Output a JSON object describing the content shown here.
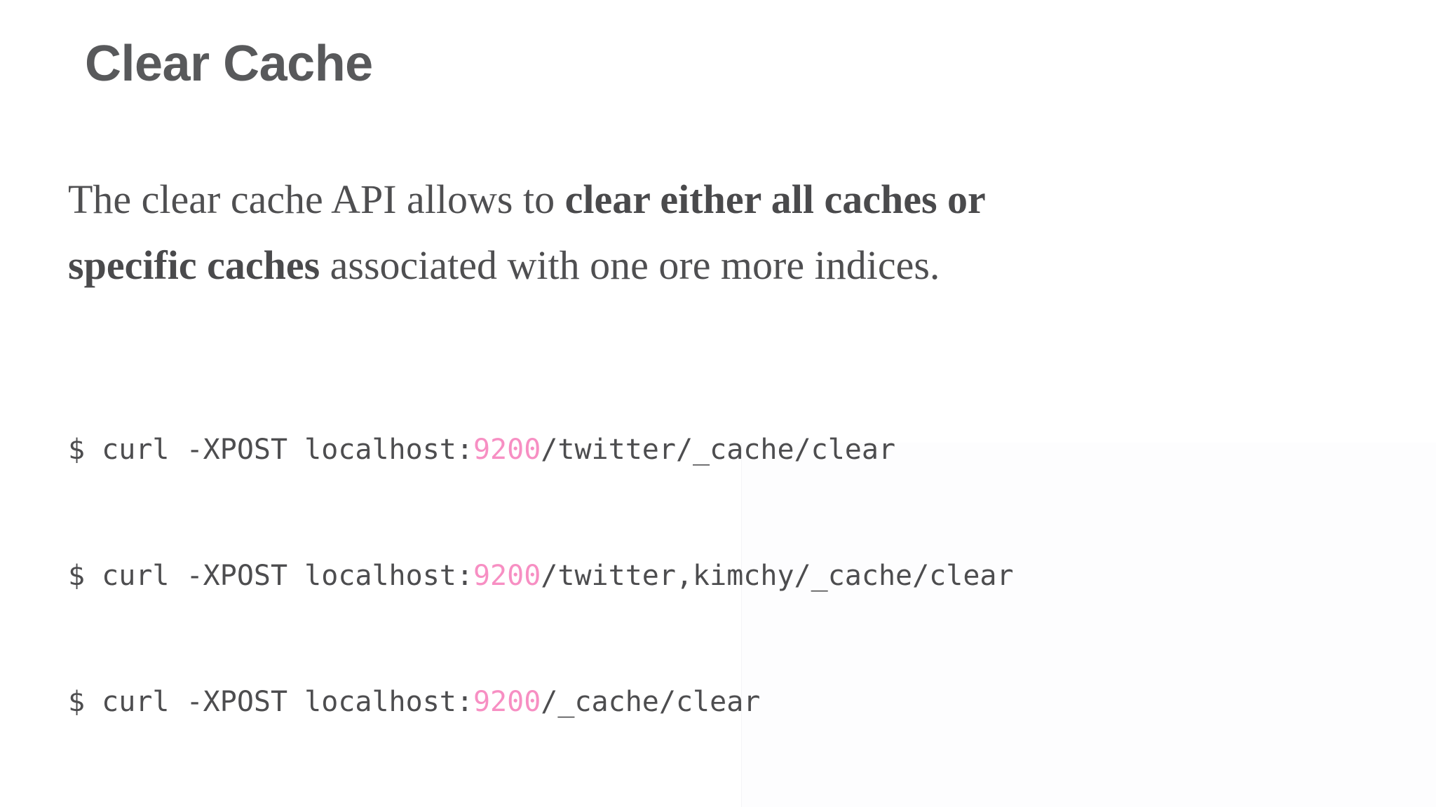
{
  "page": {
    "heading": "Clear Cache",
    "paragraph": {
      "lead": "The clear cache API allows to ",
      "bold": "clear either all caches or specific caches",
      "tail": " associated with one ore more indices."
    },
    "code": {
      "lines": [
        {
          "prefix": "$ curl -XPOST localhost:",
          "port": "9200",
          "path": "/twitter/_cache/clear"
        },
        {
          "prefix": "$ curl -XPOST localhost:",
          "port": "9200",
          "path": "/twitter,kimchy/_cache/clear"
        },
        {
          "prefix": "$ curl -XPOST localhost:",
          "port": "9200",
          "path": "/_cache/clear"
        }
      ]
    },
    "colors": {
      "heading": "#58595b",
      "body_text": "#4f4f51",
      "code_text": "#4d4d4f",
      "port_highlight": "#f78fc3",
      "background": "#ffffff"
    }
  }
}
